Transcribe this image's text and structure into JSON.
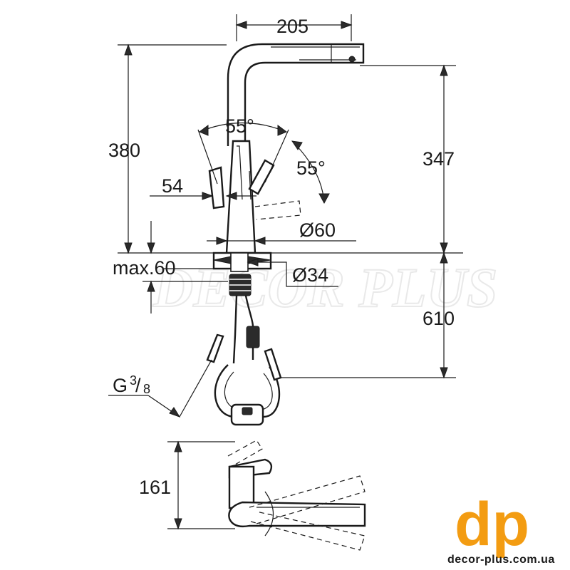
{
  "dimensions": {
    "spout_reach": "205",
    "total_height": "380",
    "spout_height": "347",
    "lever_angle_top": "55°",
    "lever_angle_side": "55°",
    "lever_width": "54",
    "base_diameter": "Ø60",
    "max_thickness": "max.60",
    "hole_diameter": "Ø34",
    "hose_length": "610",
    "connection_thread_main": "G",
    "connection_thread_num": "3",
    "connection_thread_den": "8",
    "plan_depth": "161"
  },
  "watermark": "DECOR PLUS",
  "logo": {
    "mark": "dp",
    "url": "decor-plus.com.ua"
  },
  "colors": {
    "ink": "#1a1a1a",
    "logo_orange": "#f39c12",
    "watermark": "#e9e9e9"
  }
}
